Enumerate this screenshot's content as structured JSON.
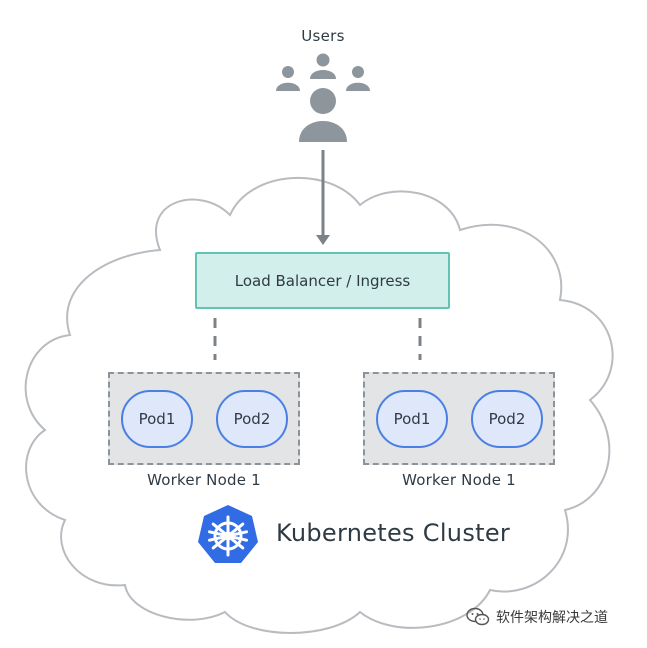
{
  "users": {
    "label": "Users"
  },
  "load_balancer": {
    "label": "Load Balancer / Ingress"
  },
  "worker_nodes": [
    {
      "label": "Worker Node 1",
      "pods": [
        "Pod1",
        "Pod2"
      ]
    },
    {
      "label": "Worker Node 1",
      "pods": [
        "Pod1",
        "Pod2"
      ]
    }
  ],
  "cluster": {
    "label": "Kubernetes Cluster"
  },
  "watermark": {
    "text": "软件架构解决之道"
  },
  "colors": {
    "users_icon": "#8d969c",
    "arrow": "#7b8388",
    "cloud_stroke": "#b8bcc0",
    "lb_fill": "#d2efeb",
    "lb_border": "#62c3b3",
    "node_fill": "#e2e4e6",
    "node_border": "#8d9499",
    "pod_fill": "#dfe8fb",
    "pod_border": "#4a7fe3",
    "k8s_blue": "#326ce5",
    "text": "#2f3b44"
  },
  "icons": {
    "users": "users-group-icon",
    "cluster": "kubernetes-helm-icon",
    "watermark": "wechat-icon"
  }
}
